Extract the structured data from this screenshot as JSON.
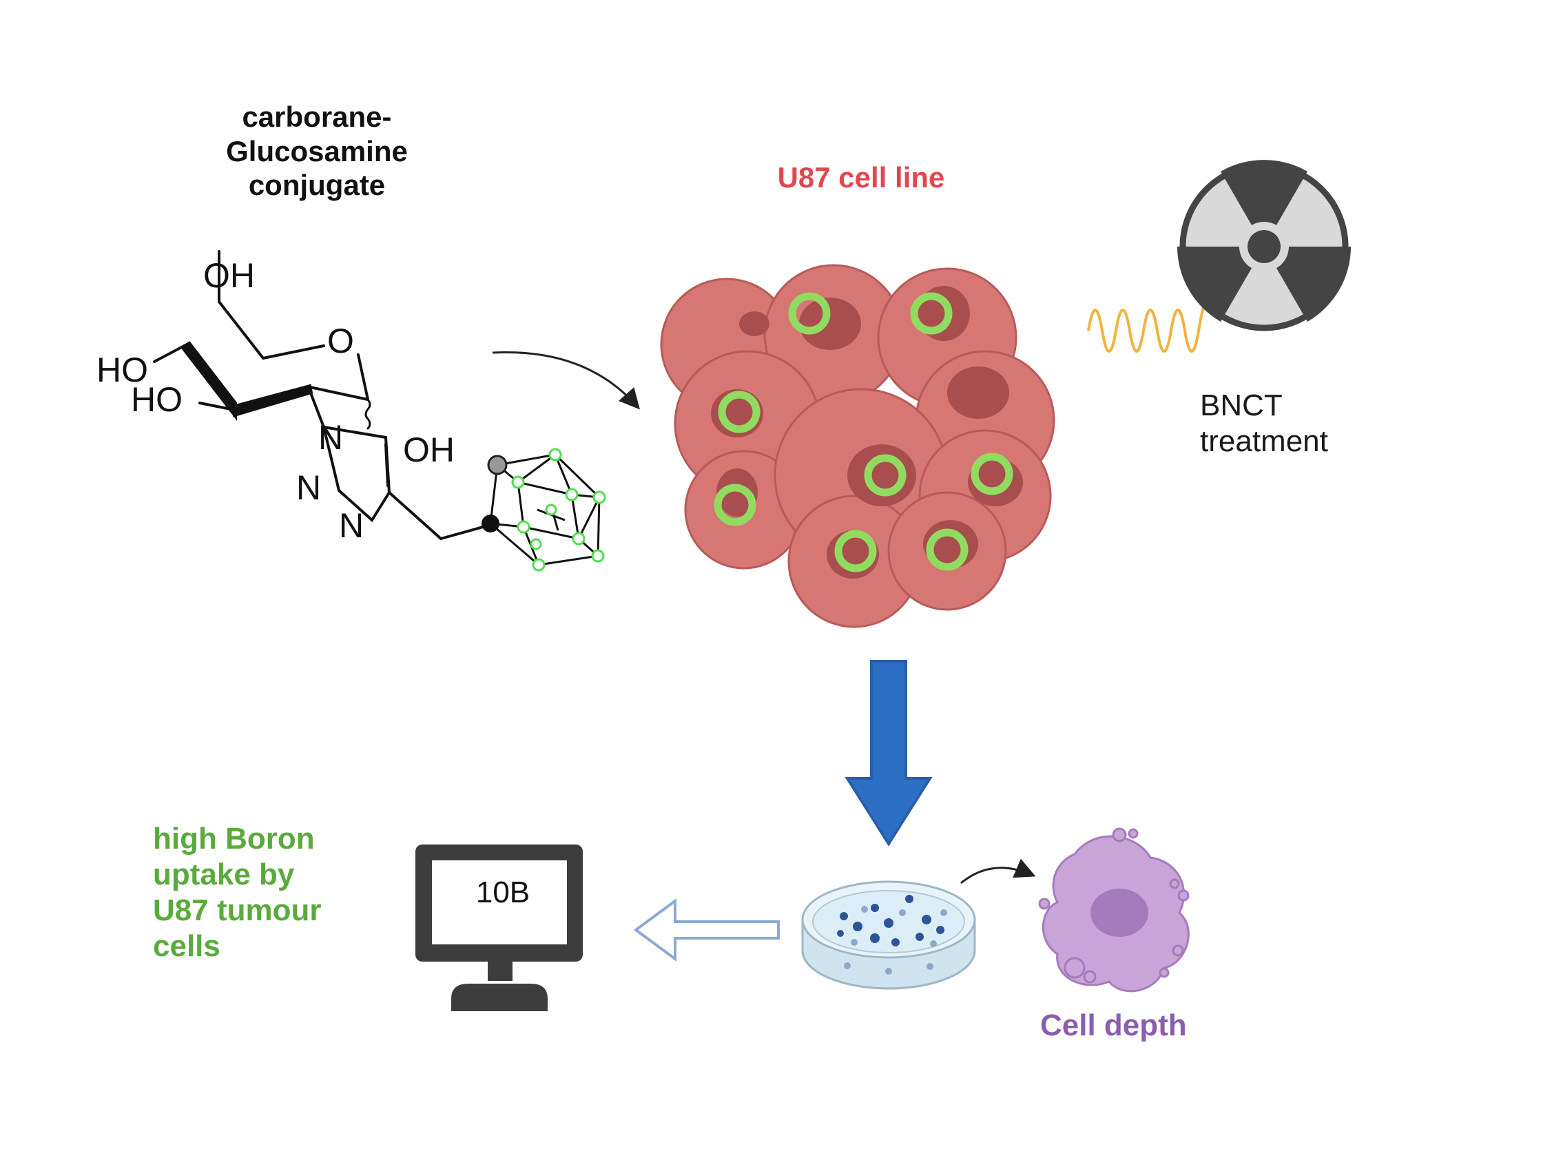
{
  "compound": {
    "title_lines": [
      "carborane-",
      "Glucosamine",
      "conjugate"
    ],
    "atoms": {
      "oh_top": "OH",
      "ho_upper": "HO",
      "ho_lower": "HO",
      "ring_oxygen": "O",
      "oh_right": "OH",
      "n1": "N",
      "n2": "N",
      "n3": "N"
    }
  },
  "cells": {
    "label": "U87 cell line",
    "cell_color": "#d67774",
    "nucleus_color": "#a84e4f",
    "boron_marker_color": "#8fdc60"
  },
  "treatment": {
    "label_lines": [
      "BNCT",
      "treatment"
    ],
    "icon": "radiation-icon",
    "wave_color": "#f0b43c"
  },
  "analysis": {
    "monitor_text": "10B",
    "monitor_icon": "computer-monitor-icon",
    "dish_icon": "petri-dish-icon",
    "cell_icon": "cell-icon",
    "cell_depth_label": "Cell depth",
    "result_lines": [
      "high Boron",
      "uptake by",
      "U87 tumour",
      "cells"
    ]
  },
  "colors": {
    "down_arrow": "#2d6fc4",
    "left_arrow_outline": "#8aa9d6",
    "result_text": "#5aaa3c",
    "cell_line_text": "#e0474f",
    "cell_depth_text": "#8a5db0"
  }
}
